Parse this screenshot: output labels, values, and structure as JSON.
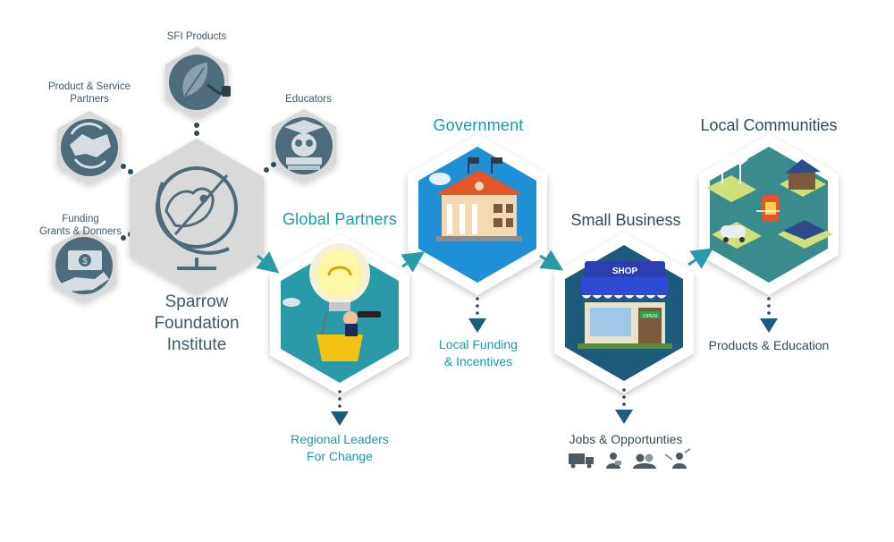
{
  "satellites": {
    "sfi_products": "SFI Products",
    "product_service_line1": "Product & Service",
    "product_service_line2": "Partners",
    "educators": "Educators",
    "funding_line1": "Funding",
    "funding_line2": "Grants & Donners"
  },
  "hub": {
    "line1": "Sparrow",
    "line2": "Foundation",
    "line3": "Institute"
  },
  "nodes": {
    "global_partners": {
      "title": "Global Partners",
      "sub_line1": "Regional Leaders",
      "sub_line2": "For Change"
    },
    "government": {
      "title": "Government",
      "sub_line1": "Local Funding",
      "sub_line2": "& Incentives"
    },
    "small_business": {
      "title": "Small Business",
      "shop_sign": "SHOP",
      "open_sign": "OPEN",
      "sub_line1": "Jobs & Opportunties"
    },
    "local_communities": {
      "title": "Local Communities",
      "sub_line1": "Products & Education"
    }
  },
  "colors": {
    "teal": "#1b9aa8",
    "dark": "#2f4b5c",
    "grey_hex": "#d9d9d9",
    "icon_slate": "#4e6b7b",
    "teal_fill": "#2a9aa8",
    "blue_fill": "#1f8fd6",
    "navy_fill": "#1d5b7a",
    "green_fill": "#3a8c8c"
  }
}
